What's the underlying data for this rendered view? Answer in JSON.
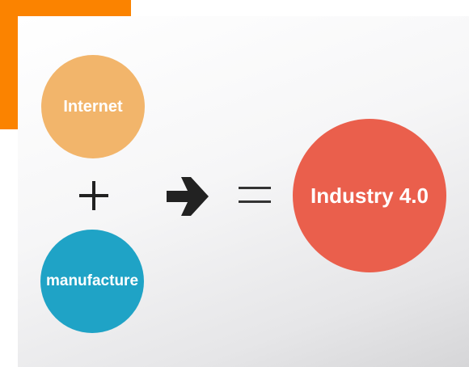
{
  "colors": {
    "accent_bar": "#fb8300",
    "internet_circle": "#f2b56b",
    "manufacture_circle": "#1fa3c6",
    "industry_circle": "#ea5f4c",
    "symbol": "#222222"
  },
  "diagram": {
    "input_top": "Internet",
    "input_bottom": "manufacture",
    "operator_plus": "plus-icon",
    "operator_arrow": "arrow-right-icon",
    "operator_equals": "equals-icon",
    "result": "Industry 4.0"
  }
}
